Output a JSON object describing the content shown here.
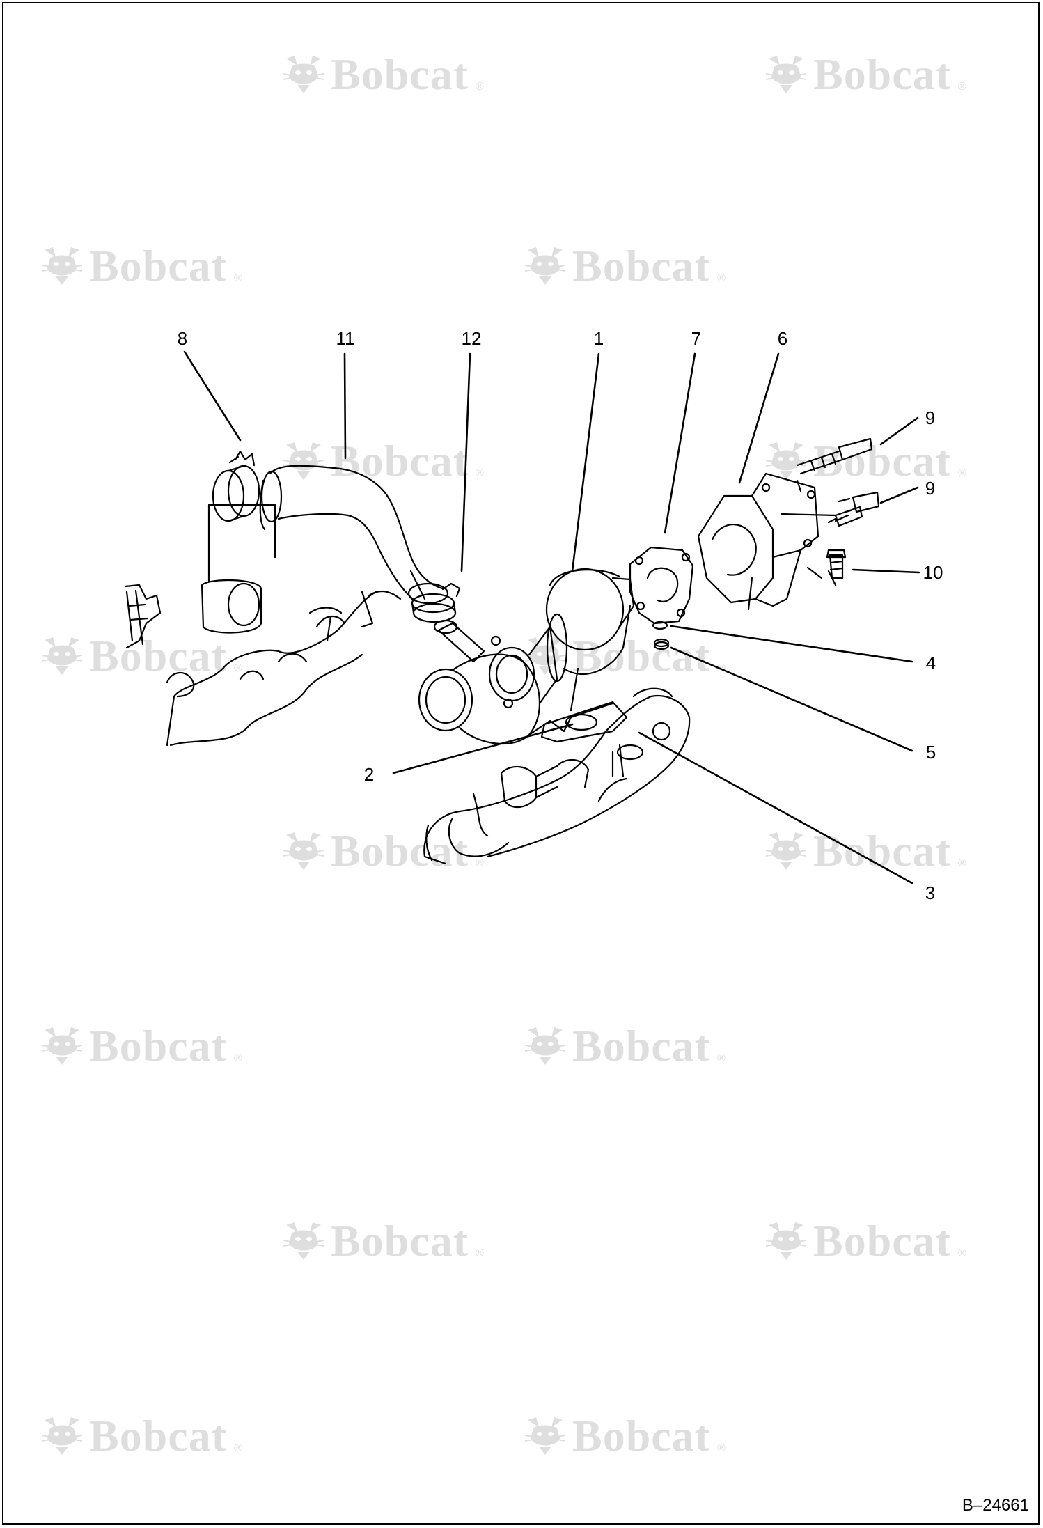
{
  "watermark": {
    "brand": "Bobcat",
    "registered": "®"
  },
  "callouts": [
    {
      "id": "c8",
      "label": "8"
    },
    {
      "id": "c11",
      "label": "11"
    },
    {
      "id": "c12",
      "label": "12"
    },
    {
      "id": "c1",
      "label": "1"
    },
    {
      "id": "c7",
      "label": "7"
    },
    {
      "id": "c6",
      "label": "6"
    },
    {
      "id": "c9a",
      "label": "9"
    },
    {
      "id": "c9b",
      "label": "9"
    },
    {
      "id": "c10",
      "label": "10"
    },
    {
      "id": "c4",
      "label": "4"
    },
    {
      "id": "c5",
      "label": "5"
    },
    {
      "id": "c2",
      "label": "2"
    },
    {
      "id": "c3",
      "label": "3"
    }
  ],
  "figure_id": "B–24661"
}
